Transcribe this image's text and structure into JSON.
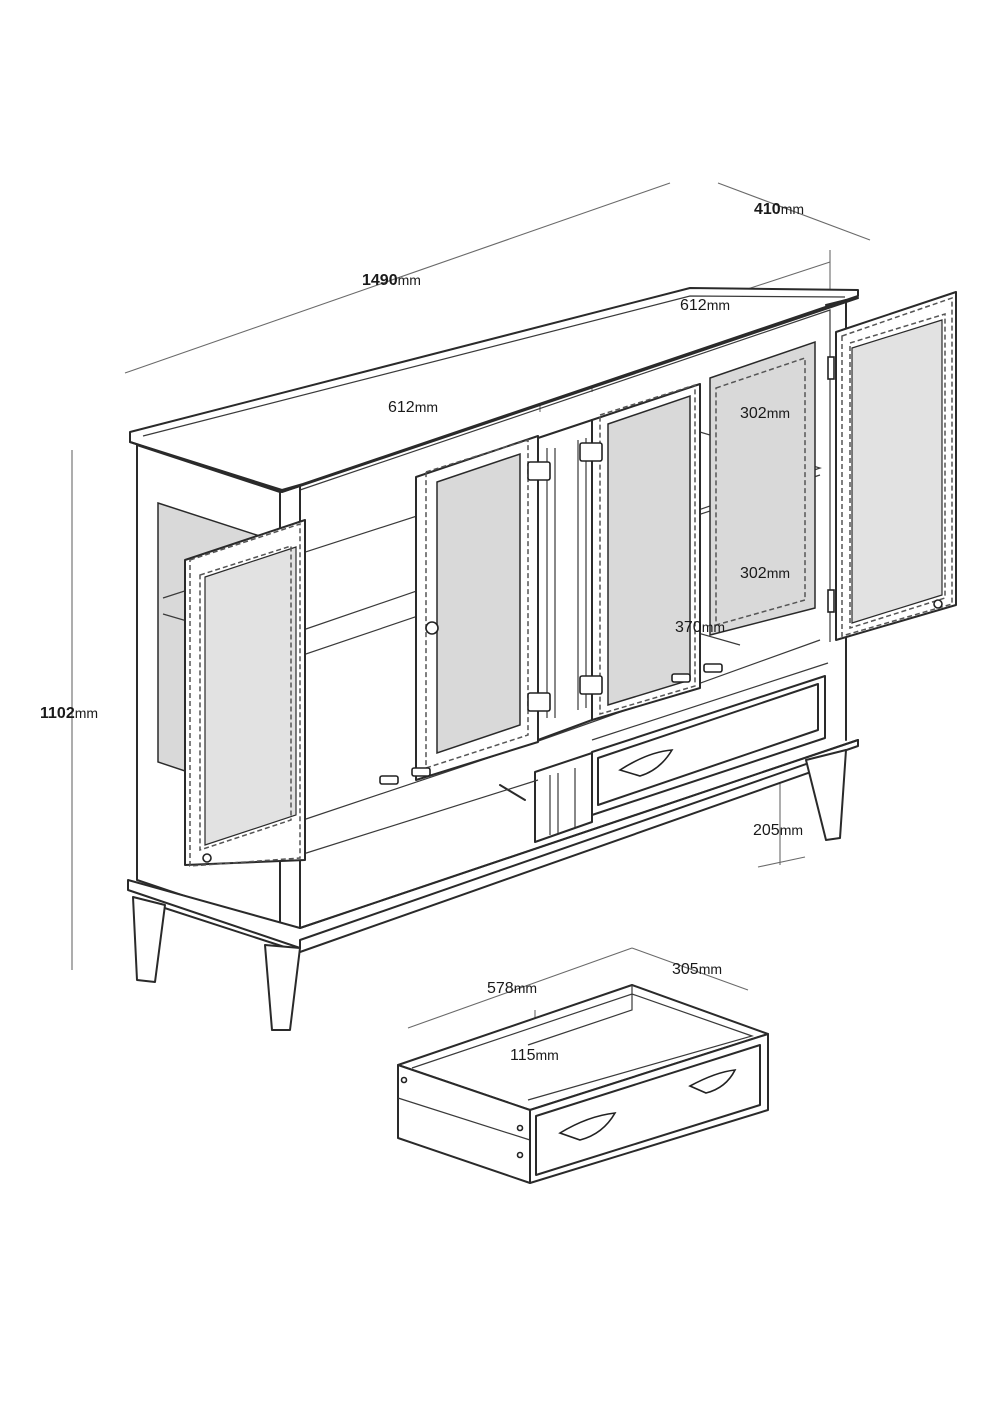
{
  "dimensions": {
    "total_width": {
      "value": "1490",
      "unit": "mm"
    },
    "depth": {
      "value": "410",
      "unit": "mm"
    },
    "height": {
      "value": "1102",
      "unit": "mm"
    },
    "left_compartment_width": {
      "value": "612",
      "unit": "mm"
    },
    "right_compartment_width": {
      "value": "612",
      "unit": "mm"
    },
    "shelf_spacing_upper": {
      "value": "302",
      "unit": "mm"
    },
    "shelf_spacing_lower": {
      "value": "302",
      "unit": "mm"
    },
    "shelf_depth": {
      "value": "370",
      "unit": "mm"
    },
    "leg_height": {
      "value": "205",
      "unit": "mm"
    },
    "drawer_width": {
      "value": "578",
      "unit": "mm"
    },
    "drawer_depth": {
      "value": "305",
      "unit": "mm"
    },
    "drawer_height": {
      "value": "115",
      "unit": "mm"
    }
  },
  "colors": {
    "line": "#2a2a2a",
    "glass": "#d9d9d9",
    "dimension_line": "#6a6a6a"
  }
}
